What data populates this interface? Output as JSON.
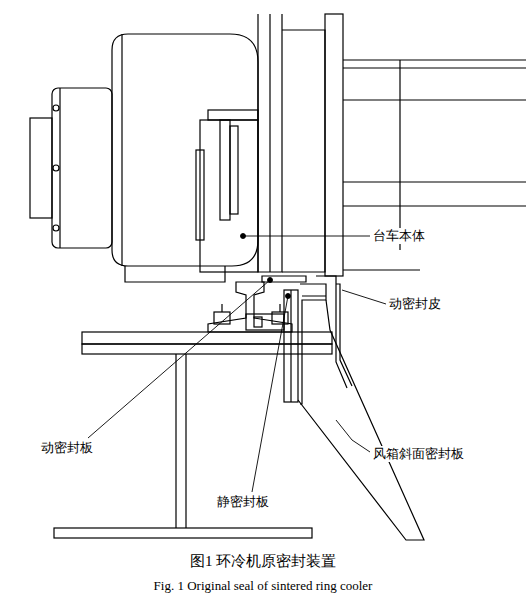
{
  "diagram": {
    "caption": "图1 环冷机原密封装置",
    "labels": [
      "台车本体",
      "动密封皮",
      "风箱斜面密封板",
      "动密封板",
      "静密封板",
      "Fig. 1 Original seal of sintered ring cooler"
    ]
  }
}
